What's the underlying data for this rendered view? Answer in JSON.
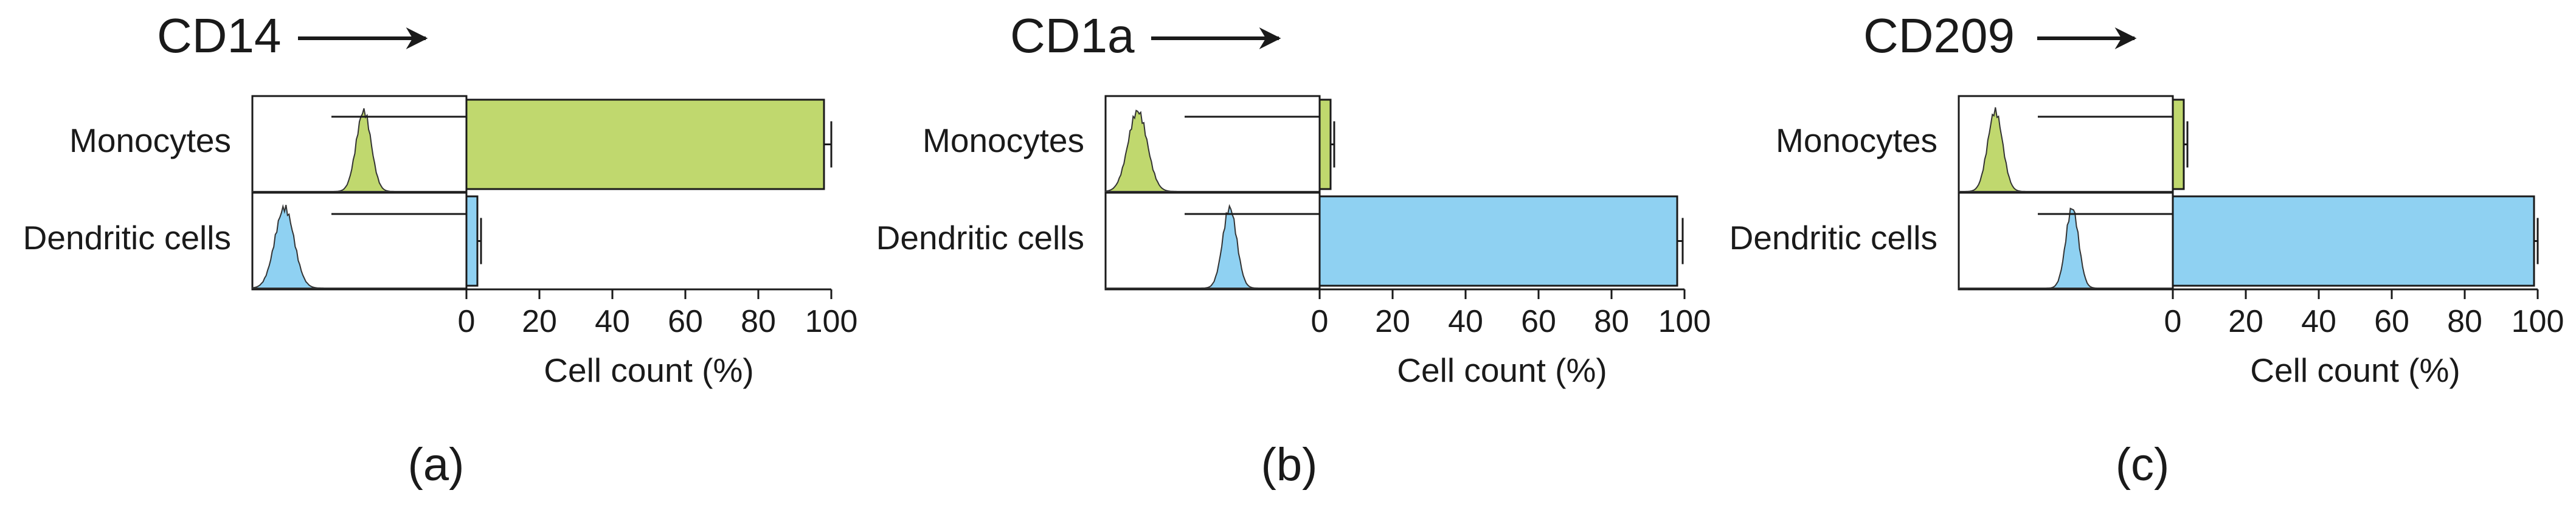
{
  "colors": {
    "monocytes": "#c0d86e",
    "dendritic": "#8fd1f2",
    "axis": "#1a1a1a"
  },
  "chart_data": [
    {
      "type": "bar",
      "orientation": "horizontal",
      "title": "CD14",
      "panel_label": "(a)",
      "categories": [
        "Monocytes",
        "Dendritic cells"
      ],
      "values": [
        98,
        3
      ],
      "errors": [
        2,
        1
      ],
      "xlabel": "Cell count (%)",
      "xlim": [
        0,
        100
      ],
      "xticks": [
        0,
        20,
        40,
        60,
        80,
        100
      ],
      "histogram_peaks": [
        0.52,
        0.15
      ],
      "histogram_widths": [
        0.035,
        0.045
      ]
    },
    {
      "type": "bar",
      "orientation": "horizontal",
      "title": "CD1a",
      "panel_label": "(b)",
      "categories": [
        "Monocytes",
        "Dendritic cells"
      ],
      "values": [
        3,
        98
      ],
      "errors": [
        1,
        1.5
      ],
      "xlabel": "Cell count (%)",
      "xlim": [
        0,
        100
      ],
      "xticks": [
        0,
        20,
        40,
        60,
        80,
        100
      ],
      "histogram_peaks": [
        0.15,
        0.58
      ],
      "histogram_widths": [
        0.045,
        0.033
      ]
    },
    {
      "type": "bar",
      "orientation": "horizontal",
      "title": "CD209",
      "panel_label": "(c)",
      "categories": [
        "Monocytes",
        "Dendritic cells"
      ],
      "values": [
        3,
        99
      ],
      "errors": [
        1,
        1
      ],
      "xlabel": "Cell count (%)",
      "xlim": [
        0,
        100
      ],
      "xticks": [
        0,
        20,
        40,
        60,
        80,
        100
      ],
      "histogram_peaks": [
        0.17,
        0.53
      ],
      "histogram_widths": [
        0.035,
        0.03
      ]
    }
  ]
}
